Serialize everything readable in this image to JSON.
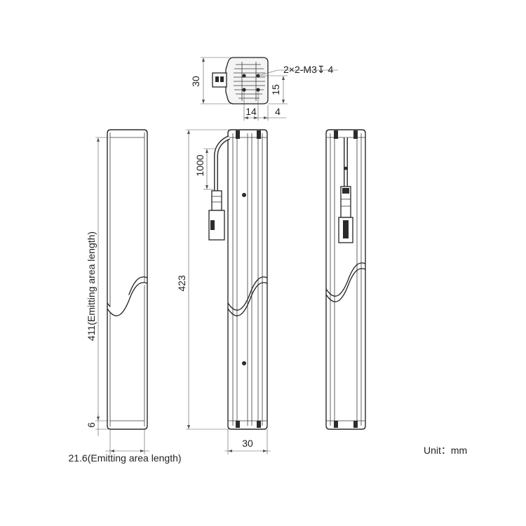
{
  "top_view": {
    "height_label": "30",
    "hole_spec_label": "2×2-M3↧ 4",
    "hole_offset_label": "15",
    "width_a_label": "14",
    "width_b_label": "4"
  },
  "front_view": {
    "emitting_length_label": "411(Emitting area length)",
    "end_margin_label": "6",
    "emitting_width_label": "21.6(Emitting area length)"
  },
  "side_view": {
    "cable_length_label": "1000",
    "total_length_label": "423",
    "width_label": "30"
  },
  "unit_label": "Unit：mm"
}
